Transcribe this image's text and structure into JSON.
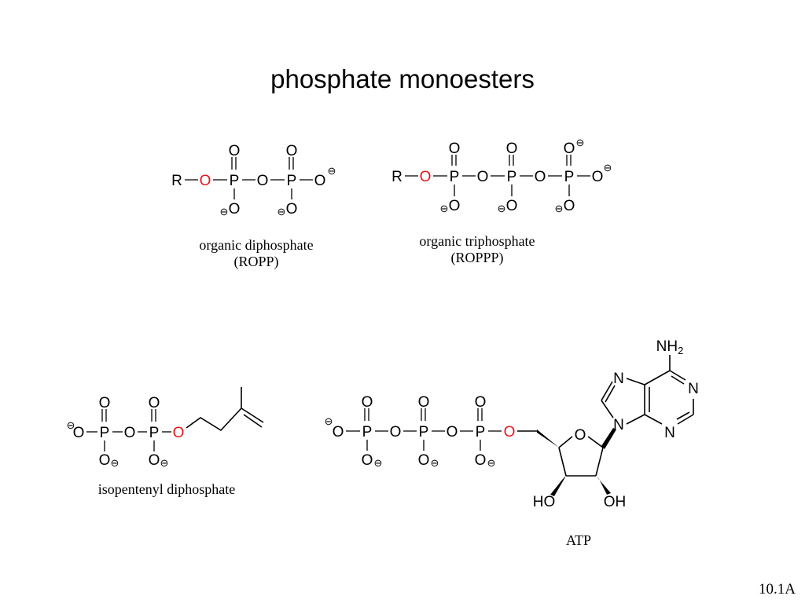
{
  "slide": {
    "title": "phosphate monoesters",
    "page_number": "10.1A"
  },
  "atoms": {
    "R": "R",
    "O": "O",
    "P": "P",
    "N": "N",
    "NH": "NH",
    "sub2": "2",
    "HO": "HO",
    "OH": "OH",
    "minus": "⊖"
  },
  "molecules": {
    "diphosphate": {
      "name": "organic diphosphate",
      "abbr": "(ROPP)"
    },
    "triphosphate": {
      "name": "organic triphosphate",
      "abbr": "(ROPPP)"
    },
    "ipp": {
      "name": "isopentenyl diphosphate"
    },
    "atp": {
      "name": "ATP"
    }
  },
  "colors": {
    "ester_oxygen": "#e8141b",
    "text": "#000000"
  }
}
